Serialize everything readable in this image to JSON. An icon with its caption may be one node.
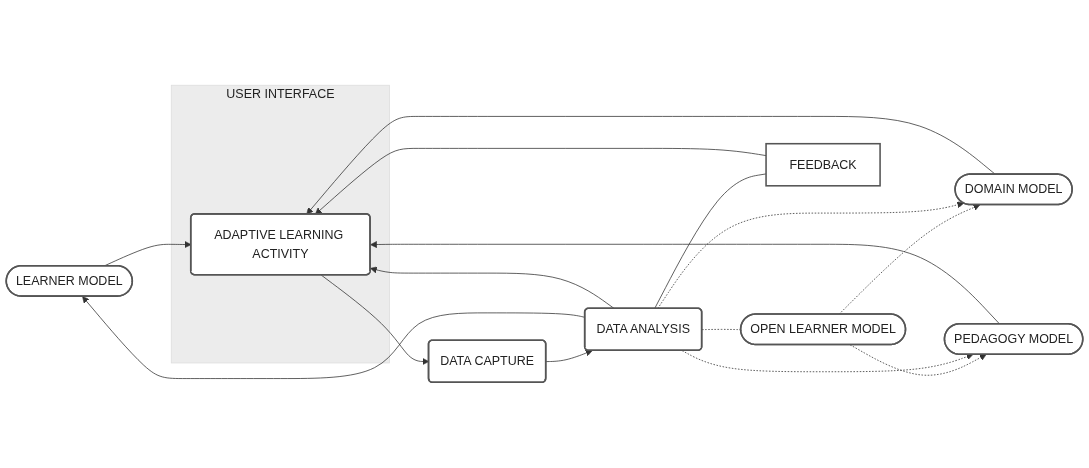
{
  "diagram": {
    "nodes": [
      {
        "text": [
          "LEARNER MODEL"
        ]
      },
      {
        "text": [
          "DOMAIN MODEL"
        ]
      },
      {
        "text": [
          "USER INTERFACE"
        ]
      },
      {
        "text": [
          "ADAPTIVE LEARNING ACTIVITY"
        ],
        "in": 2
      },
      {
        "text": [
          "DATA CAPTURE"
        ]
      },
      {
        "text": [
          "DATA ANALYSIS"
        ]
      },
      {
        "text": [
          "OPEN LEARNER MODEL"
        ]
      },
      {
        "text": [
          "PEDAGOGY MODEL"
        ]
      },
      {
        "text": [
          "FEEDBACK"
        ]
      }
    ],
    "edges": [
      {
        "from": 0,
        "to": 3,
        "arrow": "to"
      },
      {
        "from": 1,
        "to": 3,
        "arrow": "to"
      },
      {
        "from": 7,
        "to": 3,
        "arrow": "to"
      },
      {
        "from": 3,
        "to": 4,
        "arrow": "to"
      },
      {
        "from": 4,
        "to": 5,
        "arrow": "to"
      },
      {
        "from": 5,
        "to": 0,
        "arrow": "to"
      },
      {
        "from": 5,
        "to": 3,
        "arrow": "to"
      },
      {
        "from": 5,
        "to": 8,
        "arrow": "none"
      },
      {
        "from": 8,
        "to": 3,
        "arrow": "to"
      },
      {
        "from": 5,
        "to": 6,
        "arrow": "none",
        "style": "dashed"
      },
      {
        "from": 6,
        "to": 1,
        "arrow": "to",
        "style": "dashed"
      },
      {
        "from": 6,
        "to": 7,
        "arrow": "to",
        "style": "dashed"
      },
      {
        "from": 5,
        "to": 1,
        "arrow": "to",
        "style": "dashed"
      },
      {
        "from": 5,
        "to": 7,
        "arrow": "to",
        "style": "dashed"
      }
    ]
  }
}
